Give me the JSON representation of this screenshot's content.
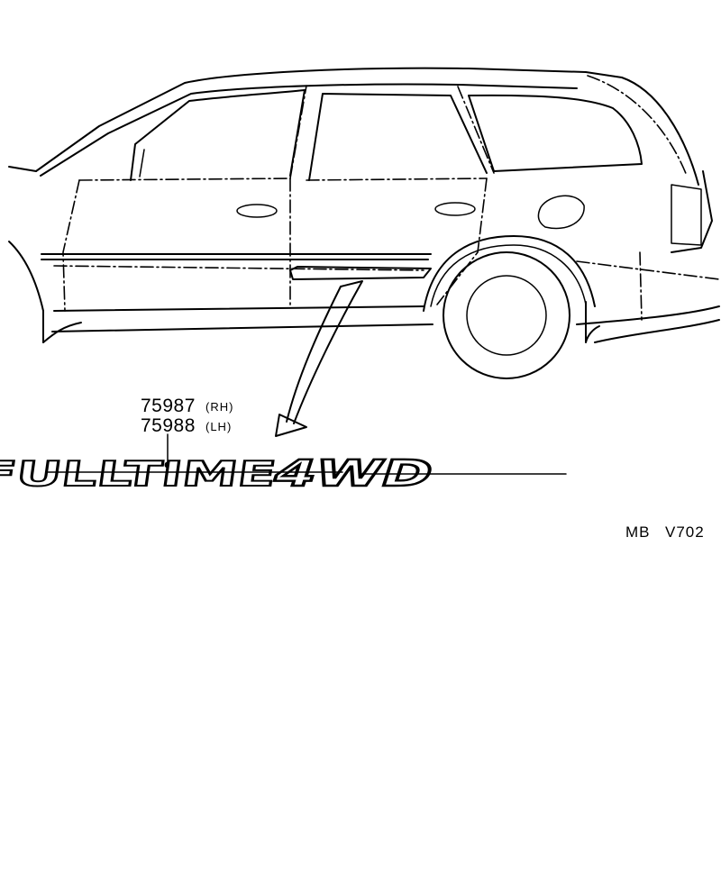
{
  "parts": [
    {
      "number": "75987",
      "side": "(RH)"
    },
    {
      "number": "75988",
      "side": "(LH)"
    }
  ],
  "emblem": {
    "word1": "FULLTIME",
    "word2": "4WD"
  },
  "reference_code": {
    "prefix": "MB",
    "code": "V702"
  }
}
